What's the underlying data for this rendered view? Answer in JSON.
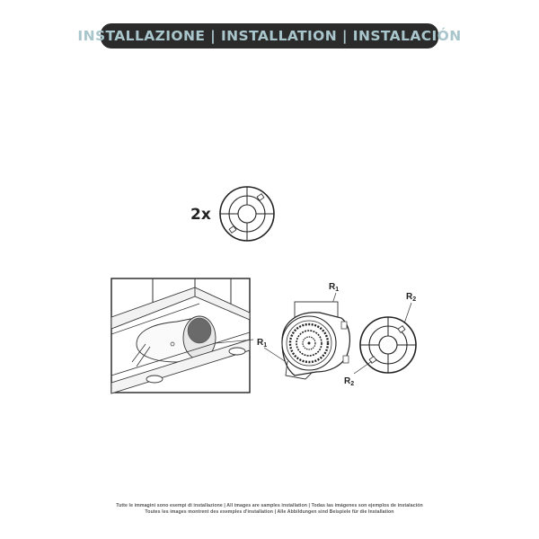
{
  "header": {
    "title": "INSTALLAZIONE | INSTALLATION | INSTALACIÓN",
    "background_color": "#2b2b2b",
    "text_color": "#a9c6cc"
  },
  "kit": {
    "quantity_label": "2x",
    "part_icon": "reducer-ring-icon"
  },
  "scene": {
    "installation_icon": "hood-interior-blower-icon",
    "callout_left": {
      "letter": "R",
      "sub": "1"
    }
  },
  "detail": {
    "blower_icon": "blower-motor-icon",
    "ring_icon": "reducer-ring-icon",
    "callout_blower_top": {
      "letter": "R",
      "sub": "1"
    },
    "callout_ring_top": {
      "letter": "R",
      "sub": "2"
    },
    "callout_ring_bottom": {
      "letter": "R",
      "sub": "2"
    }
  },
  "footnote": {
    "line1": "Tutte le immagini sono esempi di installazione | All images are samples installation | Todas las imágenes son ejemplos de instalación",
    "line2": "Toutes les images montrent des exemples d'installation | Alle Abbildungen sind Beispiele für die Installation"
  }
}
